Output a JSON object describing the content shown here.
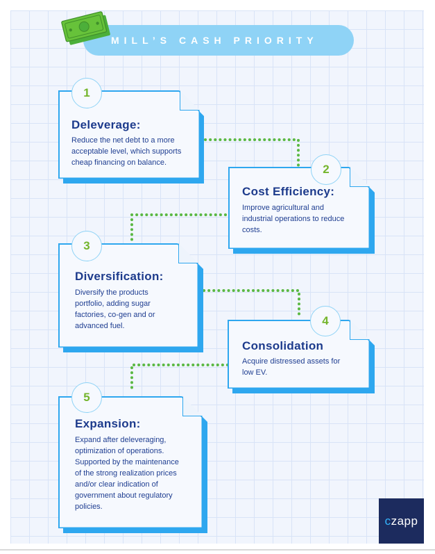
{
  "header": {
    "title": "MILL’S CASH PRIORITY"
  },
  "steps": [
    {
      "number": "1",
      "title": "Deleverage:",
      "lines": [
        "Reduce the net debt to a more",
        "acceptable level, which supports",
        "cheap financing on balance."
      ]
    },
    {
      "number": "2",
      "title": "Cost Efficiency:",
      "lines": [
        "Improve agricultural and",
        "industrial operations to reduce",
        "costs."
      ]
    },
    {
      "number": "3",
      "title": "Diversification:",
      "lines": [
        "Diversify the products",
        "portfolio, adding sugar",
        "factories, co-gen and or",
        "advanced fuel."
      ]
    },
    {
      "number": "4",
      "title": "Consolidation",
      "lines": [
        "Acquire distressed assets for",
        "low EV."
      ]
    },
    {
      "number": "5",
      "title": "Expansion:",
      "lines": [
        "Expand after deleveraging,",
        "optimization of operations.",
        "Supported by the maintenance",
        "of the strong realization prices",
        "and/or clear indication of",
        "government about regulatory",
        "policies."
      ]
    }
  ],
  "logo": {
    "prefix": "c",
    "rest": "zapp"
  },
  "colors": {
    "accent_blue": "#2ea7ef",
    "pill_blue": "#8fd3f6",
    "title_navy": "#1d3b8c",
    "number_green": "#74b52c",
    "connector_green": "#5ab843",
    "logo_bg": "#1c2b5e"
  }
}
